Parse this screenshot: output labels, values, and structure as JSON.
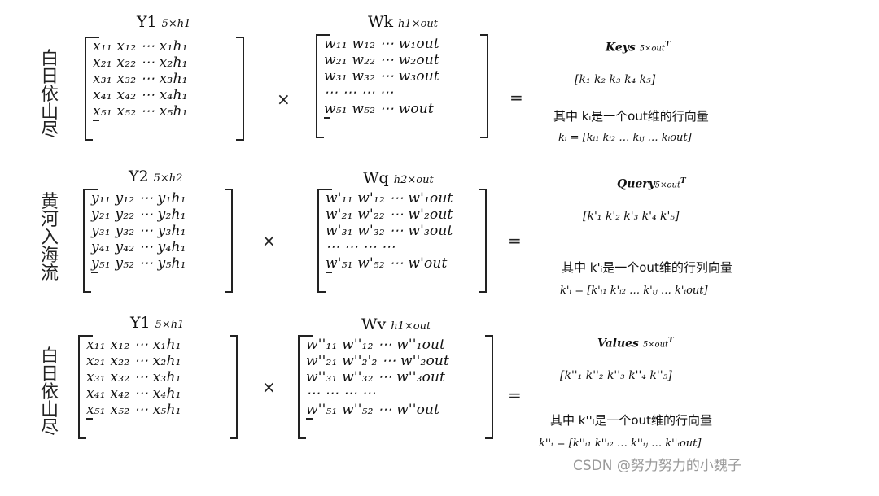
{
  "rows": [
    {
      "side_label": [
        "白",
        "日",
        "依",
        "山",
        "尽"
      ],
      "left_title": "Y1",
      "left_sub": "5×h1",
      "left_rows": [
        "x₁₁  x₁₂  ⋯  x₁h₁",
        "x₂₁  x₂₂  ⋯  x₂h₁",
        "x₃₁  x₃₂  ⋯  x₃h₁",
        "x₄₁  x₄₂  ⋯  x₄h₁",
        "x₅₁  x₅₂  ⋯  x₅h₁"
      ],
      "times": "×",
      "weight_title": "Wk",
      "weight_sub": "h1×out",
      "weight_rows": [
        "w₁₁  w₁₂  ⋯  w₁out",
        "w₂₁  w₂₂  ⋯  w₂out",
        "w₃₁  w₃₂  ⋯  w₃out",
        "⋯    ⋯    ⋯    ⋯",
        "w₅₁  w₅₂  ⋯  wout"
      ],
      "equals": "=",
      "result_title": "Keys",
      "result_sub": "5×out",
      "result_sup": "T",
      "result_vec": "[k₁   k₂   k₃   k₄   k₅]",
      "result_note": "其中 kᵢ是一个out维的行向量",
      "result_def": "kᵢ = [kᵢ₁  kᵢ₂  …  kᵢⱼ … kᵢout]"
    },
    {
      "side_label": [
        "黄",
        "河",
        "入",
        "海",
        "流"
      ],
      "left_title": "Y2",
      "left_sub": "5×h2",
      "left_rows": [
        "y₁₁  y₁₂  ⋯  y₁h₁",
        "y₂₁  y₂₂  ⋯  y₂h₁",
        "y₃₁  y₃₂  ⋯  y₃h₁",
        "y₄₁  y₄₂  ⋯  y₄h₁",
        "y₅₁  y₅₂  ⋯  y₅h₁"
      ],
      "times": "×",
      "weight_title": "Wq",
      "weight_sub": "h2×out",
      "weight_rows": [
        "w'₁₁  w'₁₂  ⋯  w'₁out",
        "w'₂₁  w'₂₂  ⋯  w'₂out",
        "w'₃₁  w'₃₂  ⋯  w'₃out",
        "⋯     ⋯     ⋯     ⋯",
        "w'₅₁  w'₅₂  ⋯  w'out"
      ],
      "equals": "=",
      "result_title": "Query",
      "result_sub": "5×out",
      "result_sup": "T",
      "result_vec": "[k'₁   k'₂   k'₃   k'₄   k'₅]",
      "result_note": "其中 k'ᵢ是一个out维的行列向量",
      "result_def": "k'ᵢ = [k'ᵢ₁  k'ᵢ₂  …  k'ᵢⱼ … k'ᵢout]"
    },
    {
      "side_label": [
        "白",
        "日",
        "依",
        "山",
        "尽"
      ],
      "left_title": "Y1",
      "left_sub": "5×h1",
      "left_rows": [
        "x₁₁  x₁₂  ⋯  x₁h₁",
        "x₂₁  x₂₂  ⋯  x₂h₁",
        "x₃₁  x₃₂  ⋯  x₃h₁",
        "x₄₁  x₄₂  ⋯  x₄h₁",
        "x₅₁  x₅₂  ⋯  x₅h₁"
      ],
      "times": "×",
      "weight_title": "Wv",
      "weight_sub": "h1×out",
      "weight_rows": [
        "w''₁₁  w''₁₂  ⋯  w''₁out",
        "w''₂₁  w''₂'₂  ⋯  w''₂out",
        "w''₃₁  w''₃₂  ⋯  w''₃out",
        "⋯      ⋯      ⋯      ⋯",
        "w''₅₁  w''₅₂  ⋯  w''out"
      ],
      "equals": "=",
      "result_title": "Values",
      "result_sub": "5×out",
      "result_sup": "T",
      "result_vec": "[k''₁   k''₂   k''₃   k''₄   k''₅]",
      "result_note": "其中 k''ᵢ是一个out维的行向量",
      "result_def": "k''ᵢ = [k''ᵢ₁  k''ᵢ₂  …  k''ᵢⱼ … k''ᵢout]"
    }
  ],
  "watermark": "CSDN @努力努力的小魏子"
}
